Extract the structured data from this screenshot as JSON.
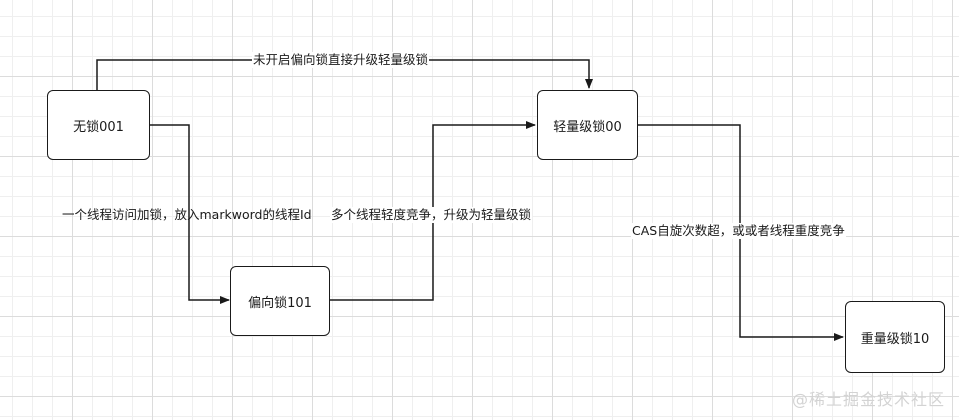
{
  "nodes": {
    "unlocked": "无锁001",
    "lightweight": "轻量级锁00",
    "biased": "偏向锁101",
    "heavyweight": "重量级锁10"
  },
  "edges": {
    "direct_upgrade": "未开启偏向锁直接升级轻量级锁",
    "single_thread": "一个线程访问加锁，放入markword的线程Id",
    "multi_thread": "多个线程轻度竞争，升级为轻量级锁",
    "cas_spin": "CAS自旋次数超，或或者线程重度竞争"
  },
  "watermark": "@稀土掘金技术社区"
}
